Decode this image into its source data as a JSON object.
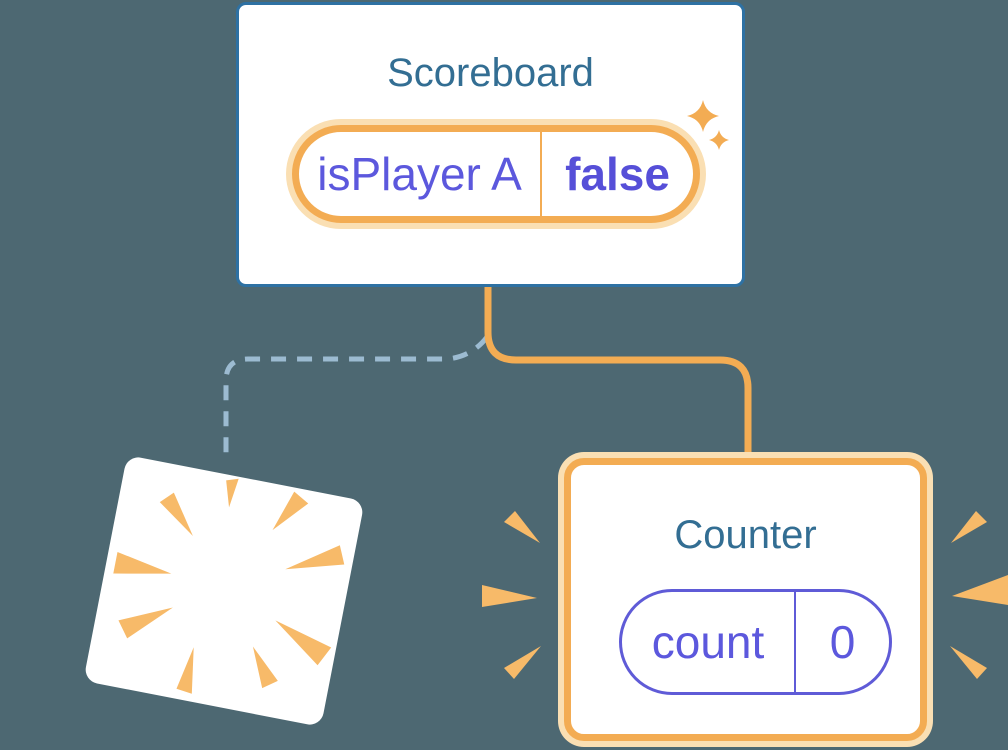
{
  "canvas": {
    "background": "#4d6872",
    "description": "React component tree diagram: Scoreboard keeps state, old Counter is destroyed (poof), new Counter is created with fresh state"
  },
  "colors": {
    "background": "#4d6872",
    "card_fill": "#ffffff",
    "scoreboard_border_blue": "#2e71a3",
    "title_teal": "#336e93",
    "accent_orange": "#f3ac53",
    "pale_orange_glow": "#fadfb3",
    "marks_orange": "#f7ba69",
    "state_purple": "#5c58dd",
    "state_value_purple": "#564fd8",
    "dashed_connector_blue": "#9cbbd1"
  },
  "scoreboard": {
    "title": "Scoreboard",
    "state": {
      "name": "isPlayer A",
      "value": "false"
    }
  },
  "counter": {
    "title": "Counter",
    "state": {
      "name": "count",
      "value": "0"
    }
  },
  "icons": {
    "sparkles": "sparkles-icon",
    "poof": "poof-burst-icon",
    "emphasis_left": "emphasis-marks-left-icon",
    "emphasis_right": "emphasis-marks-right-icon",
    "solid_connector": "active-branch-connector",
    "dashed_connector": "removed-branch-connector"
  }
}
